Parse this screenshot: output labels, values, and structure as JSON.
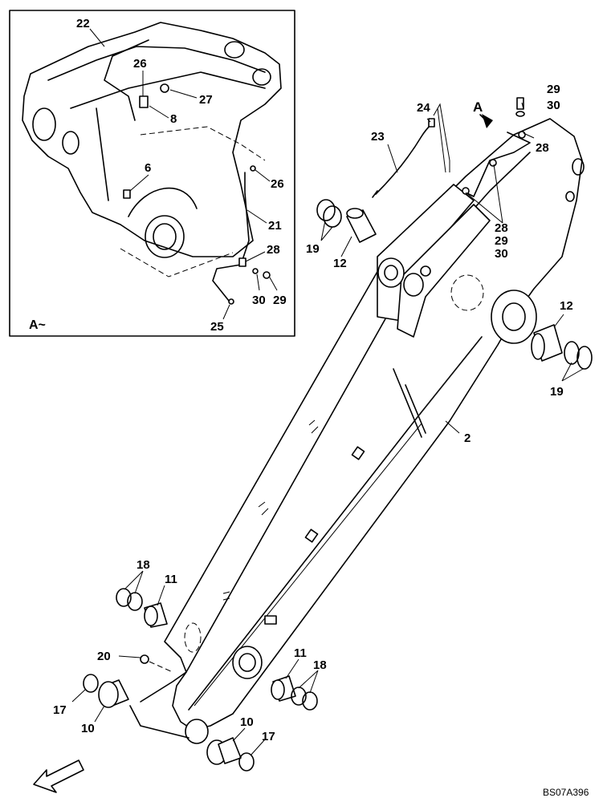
{
  "drawing_code": "BS07A396",
  "detail_view": {
    "caption": "A~"
  },
  "view_marker": "A",
  "callouts": {
    "c_22": "22",
    "c_26a": "26",
    "c_27": "27",
    "c_8": "8",
    "c_6": "6",
    "c_26b": "26",
    "c_21": "21",
    "c_28a": "28",
    "c_30a": "30",
    "c_29a": "29",
    "c_25": "25",
    "c_24": "24",
    "c_23": "23",
    "c_29b": "29",
    "c_30b": "30",
    "c_28b": "28",
    "c_28c": "28",
    "c_29c": "29",
    "c_30c": "30",
    "c_19a": "19",
    "c_12a": "12",
    "c_12b": "12",
    "c_19b": "19",
    "c_2": "2",
    "c_18a": "18",
    "c_11a": "11",
    "c_20": "20",
    "c_11b": "11",
    "c_18b": "18",
    "c_17a": "17",
    "c_10a": "10",
    "c_10b": "10",
    "c_17b": "17"
  }
}
